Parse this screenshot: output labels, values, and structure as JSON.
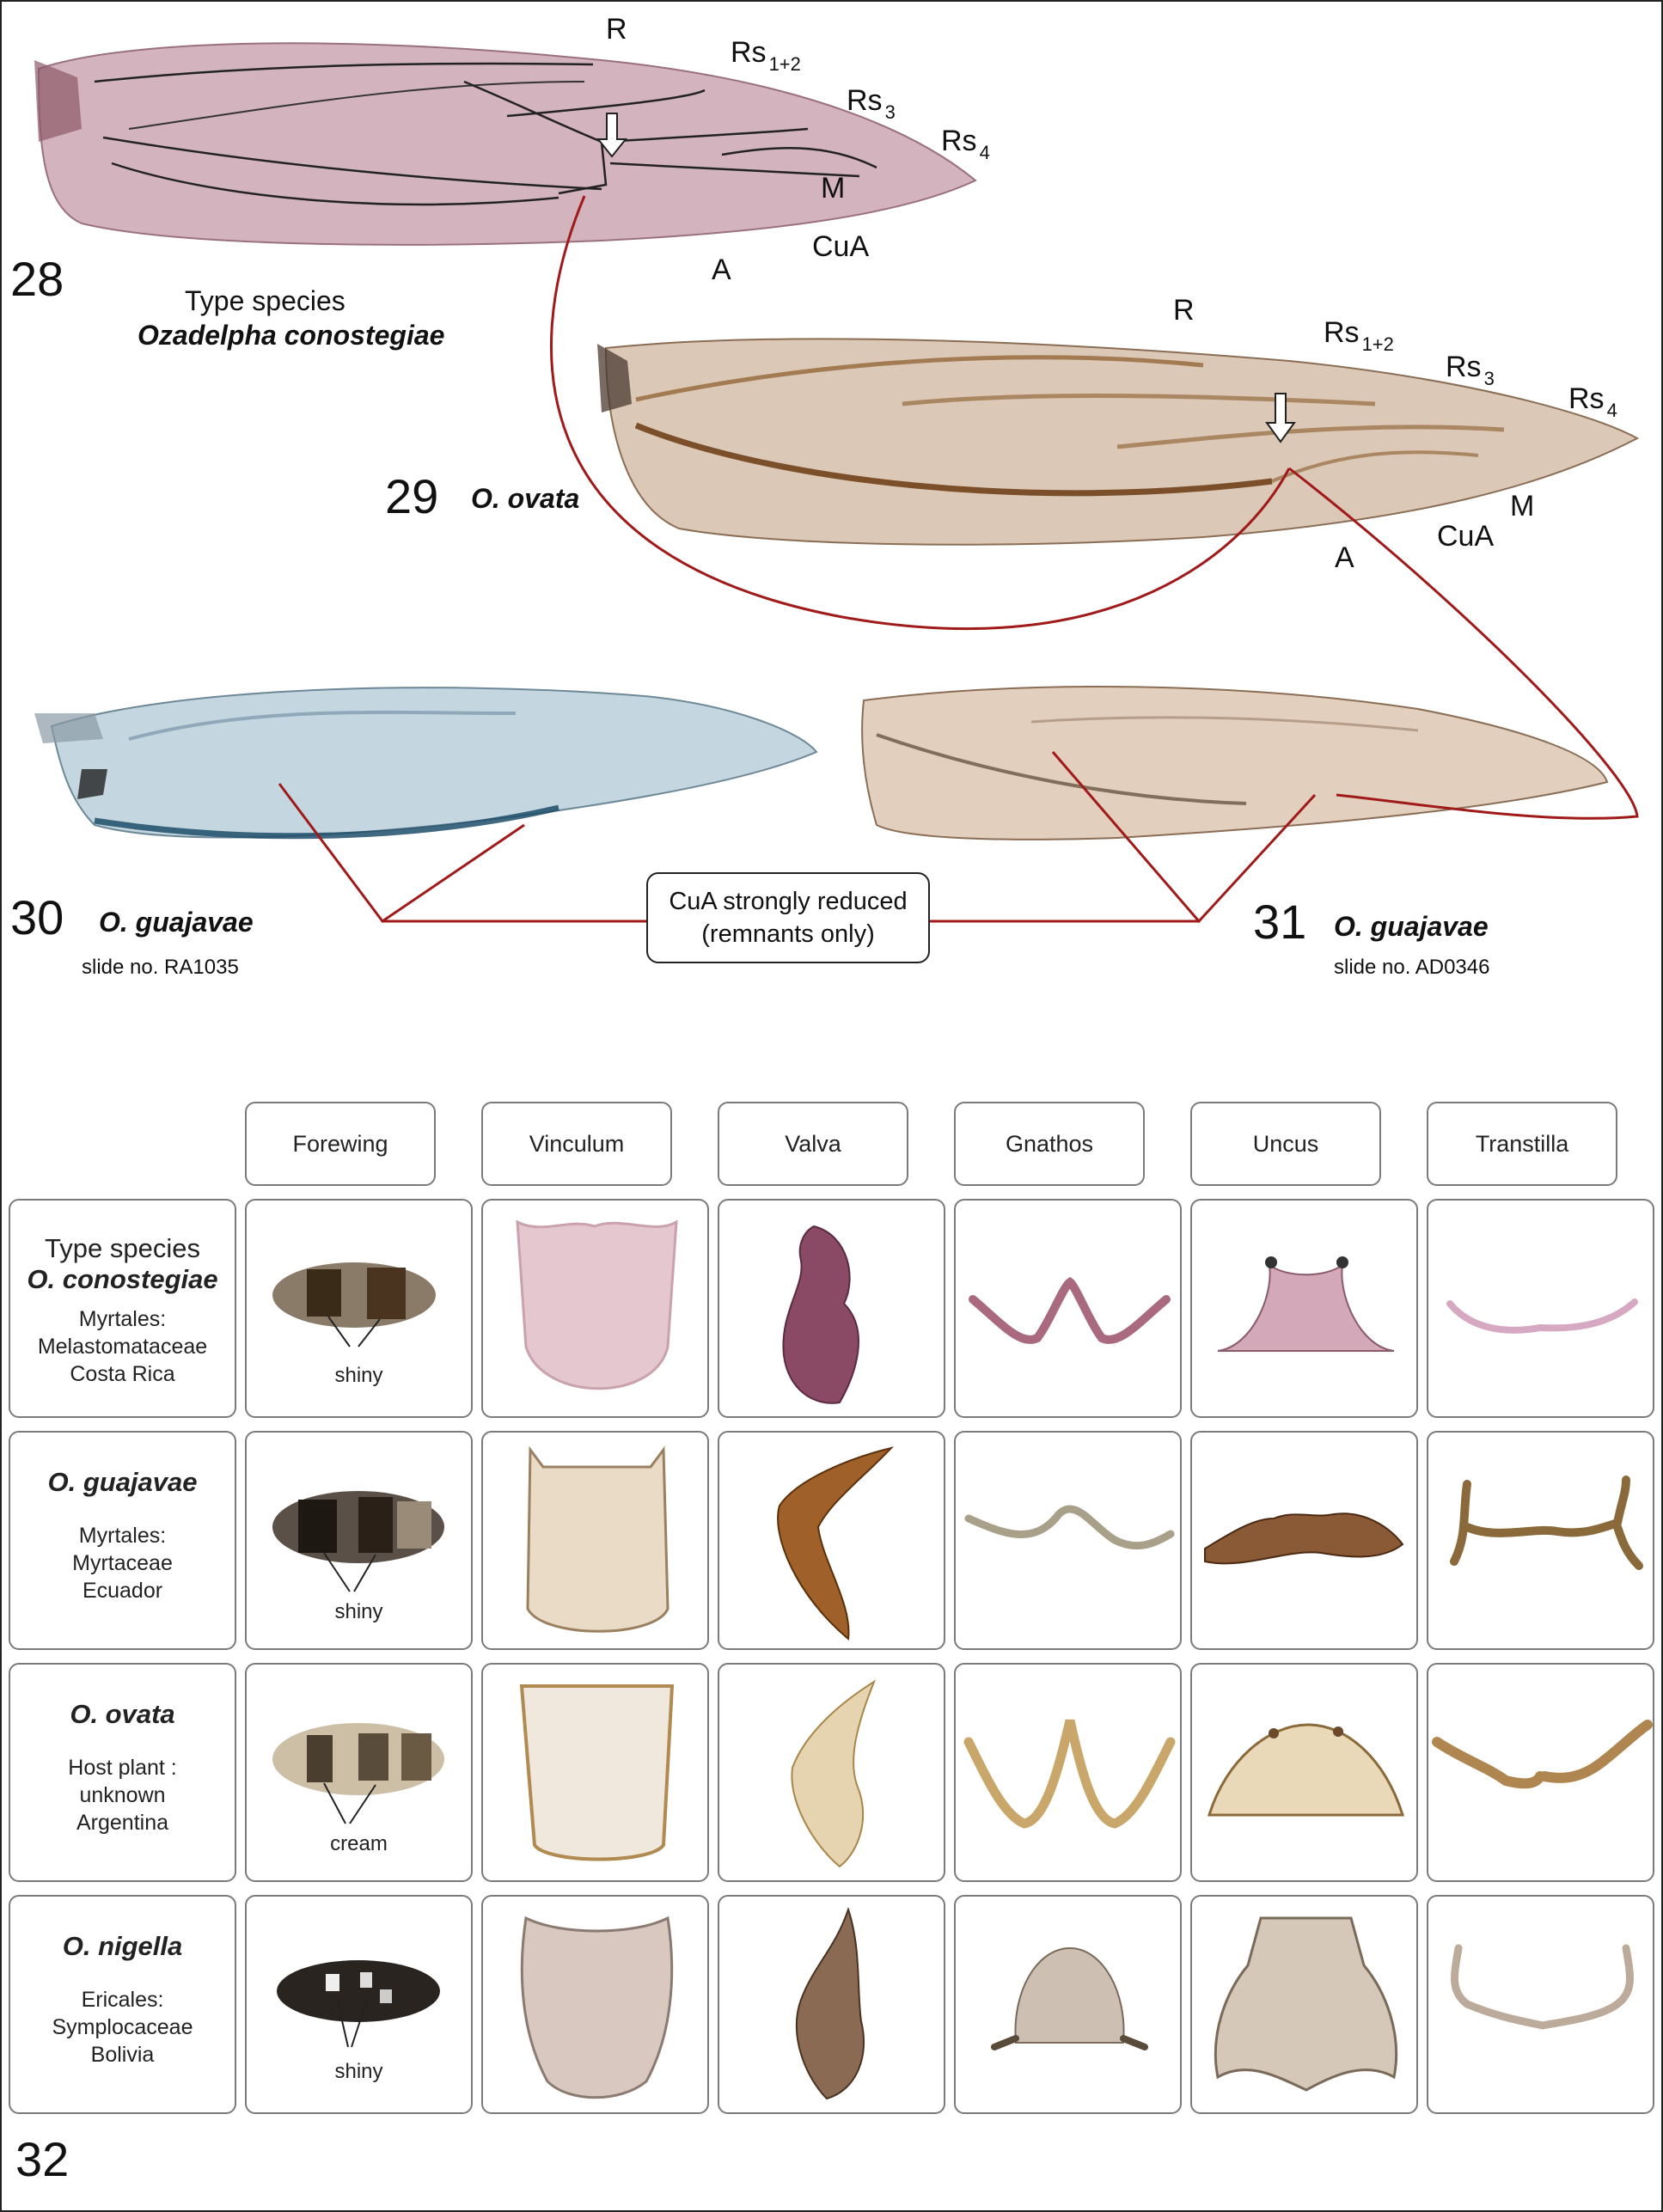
{
  "veins_28": {
    "r": "R",
    "rs12": "Rs",
    "rs12_sub": "1+2",
    "rs3": "Rs",
    "rs3_sub": "3",
    "rs4": "Rs",
    "rs4_sub": "4",
    "m": "M",
    "cua": "CuA",
    "a": "A"
  },
  "veins_29": {
    "r": "R",
    "rs12": "Rs",
    "rs12_sub": "1+2",
    "rs3": "Rs",
    "rs3_sub": "3",
    "rs4": "Rs",
    "rs4_sub": "4",
    "m": "M",
    "cua": "CuA",
    "a": "A"
  },
  "fig28": {
    "number": "28",
    "line1": "Type species",
    "line2": "Ozadelpha conostegiae"
  },
  "fig29": {
    "number": "29",
    "species": "O. ovata"
  },
  "fig30": {
    "number": "30",
    "species": "O. guajavae",
    "slide": "slide no. RA1035"
  },
  "fig31": {
    "number": "31",
    "species": "O. guajavae",
    "slide": "slide no. AD0346"
  },
  "callout": {
    "line1": "CuA strongly reduced",
    "line2": "(remnants only)"
  },
  "fig32": {
    "number": "32",
    "headers": [
      "Forewing",
      "Vinculum",
      "Valva",
      "Gnathos",
      "Uncus",
      "Transtilla"
    ],
    "rows": [
      {
        "type": "Type species",
        "name": "O. conostegiae",
        "order": "Myrtales:",
        "family": "Melastomataceae",
        "country": "Costa Rica",
        "wing_note": "shiny"
      },
      {
        "name": "O. guajavae",
        "order": "Myrtales:",
        "family": "Myrtaceae",
        "country": "Ecuador",
        "wing_note": "shiny"
      },
      {
        "name": "O. ovata",
        "order": "Host plant :",
        "family": "unknown",
        "country": "Argentina",
        "wing_note": "cream"
      },
      {
        "name": "O. nigella",
        "order": "Ericales:",
        "family": "Symplocaceae",
        "country": "Bolivia",
        "wing_note": "shiny"
      }
    ]
  },
  "colors": {
    "pink": "#c9a2ad",
    "tan": "#d8c1ab",
    "blue": "#b9cdd8",
    "red": "#a01a1a"
  }
}
